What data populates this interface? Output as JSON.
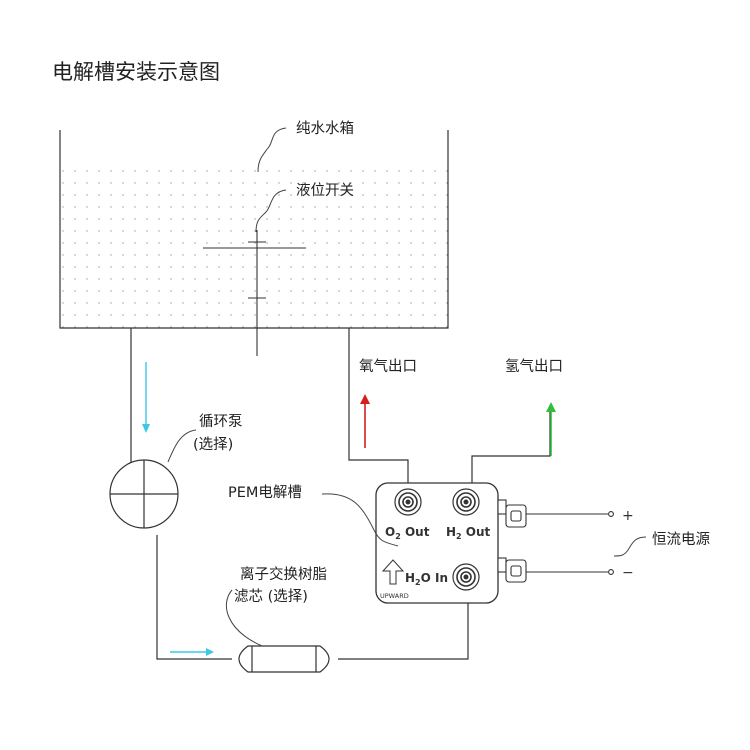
{
  "title": "电解槽安装示意图",
  "labels": {
    "tank": "纯水水箱",
    "level_switch": "液位开关",
    "oxygen_outlet": "氧气出口",
    "hydrogen_outlet": "氢气出口",
    "pump_line1": "循环泵",
    "pump_line2": "(选择)",
    "pem": "PEM电解槽",
    "resin_line1": "离子交换树脂",
    "resin_line2": "滤芯 (选择)",
    "power": "恒流电源",
    "plus": "+",
    "minus": "−"
  },
  "device": {
    "o2_prefix": "O",
    "o2_sub": "2",
    "o2_suffix": " Out",
    "h2_prefix": "H",
    "h2_sub": "2",
    "h2_suffix": " Out",
    "h2o_prefix": "H",
    "h2o_sub": "2",
    "h2o_suffix": "O In",
    "brand": "UPWARD"
  },
  "colors": {
    "water_flow": "#3cc8e6",
    "oxygen_arrow": "#d41f1f",
    "hydrogen_arrow": "#2fbf3a",
    "line": "#333333"
  }
}
